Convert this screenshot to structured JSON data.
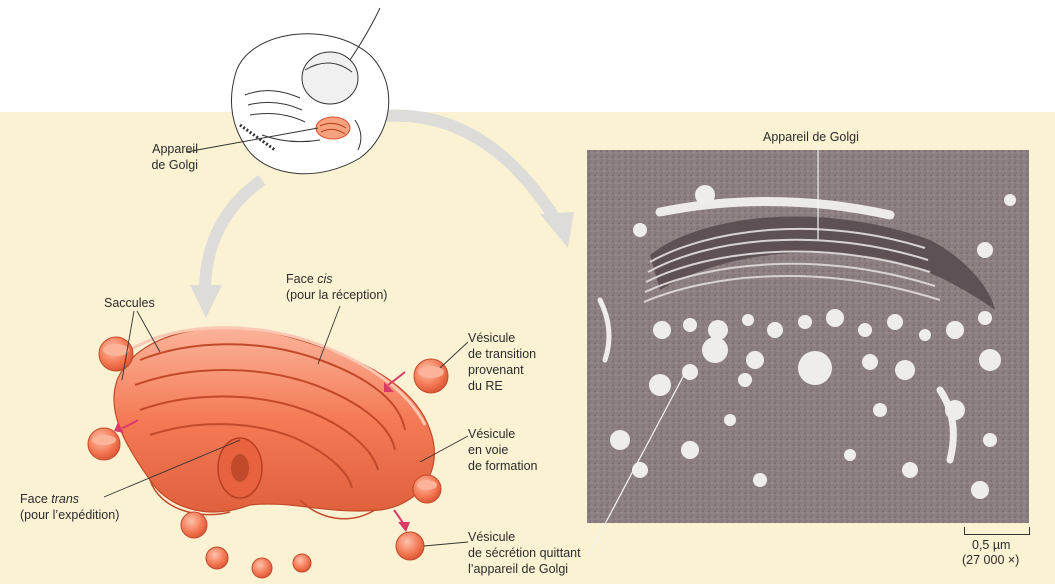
{
  "labels": {
    "golgi_cell": "Appareil\nde Golgi",
    "saccules": "Saccules",
    "face_cis_prefix": "Face ",
    "face_cis_word": "cis",
    "face_cis_desc": "(pour la réception)",
    "vesicule_transition": "Vésicule\nde transition\nprovenant\ndu RE",
    "vesicule_formation": "Vésicule\nen voie\nde formation",
    "face_trans_prefix": "Face ",
    "face_trans_word": "trans",
    "face_trans_desc": "(pour l’expédition)",
    "vesicule_secretion": "Vésicule\nde sécrétion quittant\nl’appareil de Golgi",
    "golgi_em": "Appareil de Golgi",
    "scale": "0,5 µm",
    "magnification": "(27 000 ×)"
  },
  "colors": {
    "background_panel": "#fbf2d3",
    "golgi_orange": "#f47a55",
    "golgi_dark": "#d9502f",
    "golgi_light": "#fbb39a",
    "micrograph": "#8a7d80",
    "arrow": "#dcdcdc",
    "pink_arrow": "#d93a6a"
  }
}
